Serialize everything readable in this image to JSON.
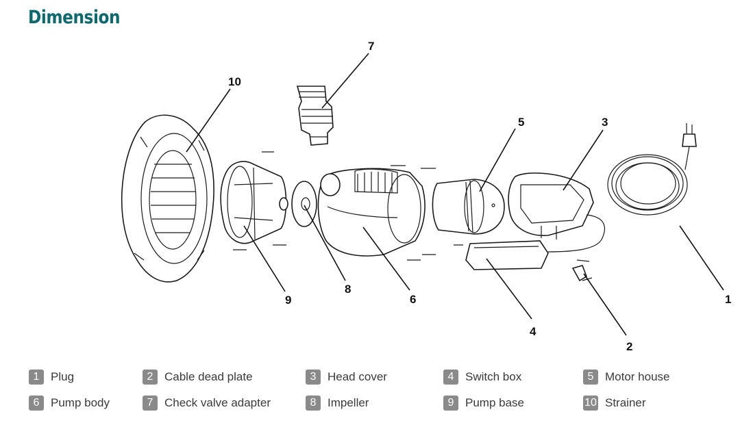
{
  "title": "Dimension",
  "colors": {
    "title": "#0d6970",
    "badge": "#8a8a8a",
    "line": "#1a1a1a"
  },
  "callouts": [
    "10",
    "7",
    "5",
    "3",
    "9",
    "8",
    "6",
    "4",
    "2",
    "1"
  ],
  "legend": [
    {
      "num": "1",
      "label": "Plug"
    },
    {
      "num": "2",
      "label": "Cable dead plate"
    },
    {
      "num": "3",
      "label": "Head cover"
    },
    {
      "num": "4",
      "label": "Switch box"
    },
    {
      "num": "5",
      "label": "Motor house"
    },
    {
      "num": "6",
      "label": "Pump body"
    },
    {
      "num": "7",
      "label": "Check valve adapter"
    },
    {
      "num": "8",
      "label": "Impeller"
    },
    {
      "num": "9",
      "label": "Pump base"
    },
    {
      "num": "10",
      "label": "Strainer"
    }
  ]
}
